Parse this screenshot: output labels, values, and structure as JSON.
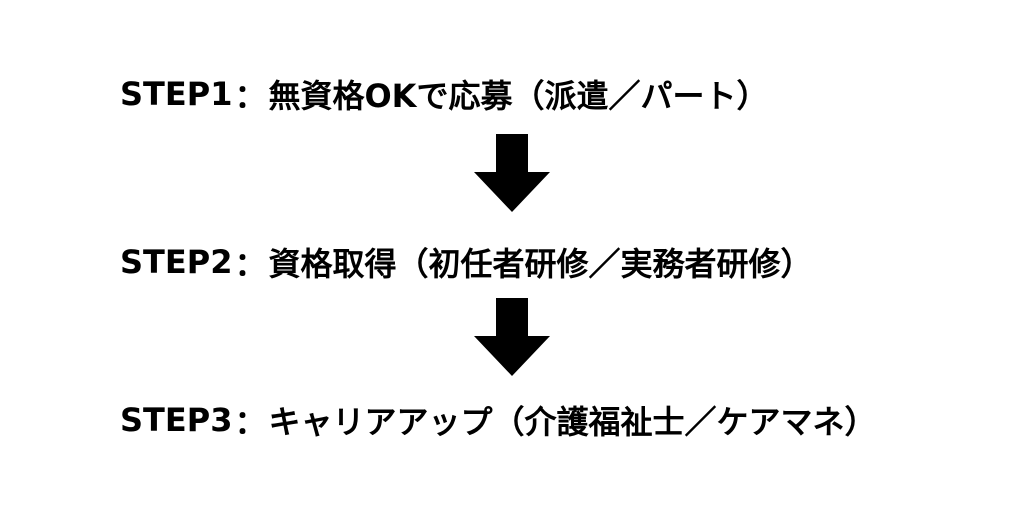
{
  "steps": [
    {
      "label": "STEP1",
      "separator": "：",
      "text": "無資格OKで応募（派遣／パート）"
    },
    {
      "label": "STEP2",
      "separator": "：",
      "text": "資格取得（初任者研修／実務者研修）"
    },
    {
      "label": "STEP3",
      "separator": "：",
      "text": "キャリアアップ（介護福祉士／ケアマネ）"
    }
  ],
  "colors": {
    "text": "#000000",
    "arrow": "#000000",
    "background": "#ffffff"
  },
  "icons": {
    "arrow": "arrow-down-icon"
  }
}
